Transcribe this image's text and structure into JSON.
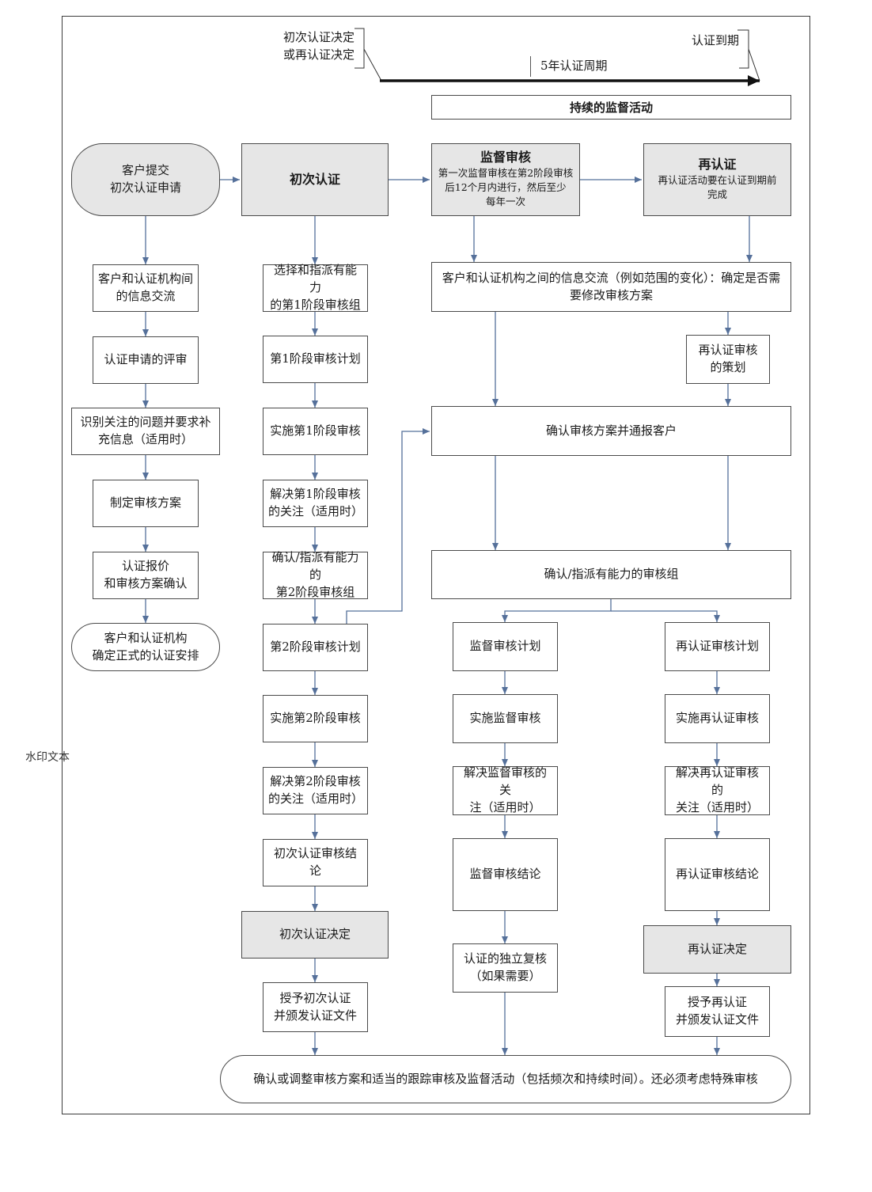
{
  "watermark": "水印文本",
  "timeline": {
    "start_label": [
      "初次认证决定",
      "或再认证决定"
    ],
    "end_label": "认证到期",
    "cycle_label": "5年认证周期",
    "continuous_activity": "持续的监督活动"
  },
  "col_customer": {
    "start": [
      "客户提交",
      "初次认证申请"
    ],
    "steps": [
      [
        "客户和认证机构间",
        "的信息交流"
      ],
      [
        "认证申请的评审"
      ],
      [
        "识别关注的问题并要求补",
        "充信息（适用时）"
      ],
      [
        "制定审核方案"
      ],
      [
        "认证报价",
        "和审核方案确认"
      ]
    ],
    "end": [
      "客户和认证机构",
      "确定正式的认证安排"
    ]
  },
  "col_initial": {
    "title": "初次认证",
    "steps": [
      [
        "选择和指派有能力",
        "的第1阶段审核组"
      ],
      [
        "第1阶段审核计划"
      ],
      [
        "实施第1阶段审核"
      ],
      [
        "解决第1阶段审核",
        "的关注（适用时）"
      ],
      [
        "确认/指派有能力的",
        "第2阶段审核组"
      ],
      [
        "第2阶段审核计划"
      ],
      [
        "实施第2阶段审核"
      ],
      [
        "解决第2阶段审核",
        "的关注（适用时）"
      ],
      [
        "初次认证审核结论"
      ]
    ],
    "decision": "初次认证决定",
    "grant": [
      "授予初次认证",
      "并颁发认证文件"
    ]
  },
  "col_surveillance": {
    "title": "监督审核",
    "subtitle": [
      "第一次监督审核在第2阶段审核",
      "后12个月内进行，然后至少",
      "每年一次"
    ],
    "steps": [
      [
        "监督审核计划"
      ],
      [
        "实施监督审核"
      ],
      [
        "解决监督审核的关",
        "注（适用时）"
      ],
      [
        "监督审核结论"
      ],
      [
        "认证的独立复核",
        "（如果需要）"
      ]
    ]
  },
  "col_recert": {
    "title": "再认证",
    "subtitle": [
      "再认证活动要在认证到期前",
      "完成"
    ],
    "planning": [
      "再认证审核",
      "的策划"
    ],
    "steps": [
      [
        "再认证审核计划"
      ],
      [
        "实施再认证审核"
      ],
      [
        "解决再认证审核的",
        "关注（适用时）"
      ],
      [
        "再认证审核结论"
      ]
    ],
    "decision": "再认证决定",
    "grant": [
      "授予再认证",
      "并颁发认证文件"
    ]
  },
  "shared": {
    "info_exchange": [
      "客户和认证机构之间的信息交流（例如范围的变化）：确定是否需",
      "要修改审核方案"
    ],
    "confirm_program": "确认审核方案并通报客户",
    "assign_team": "确认/指派有能力的审核组",
    "final": "确认或调整审核方案和适当的跟踪审核及监督活动（包括频次和持续时间）。还必须考虑特殊审核"
  }
}
